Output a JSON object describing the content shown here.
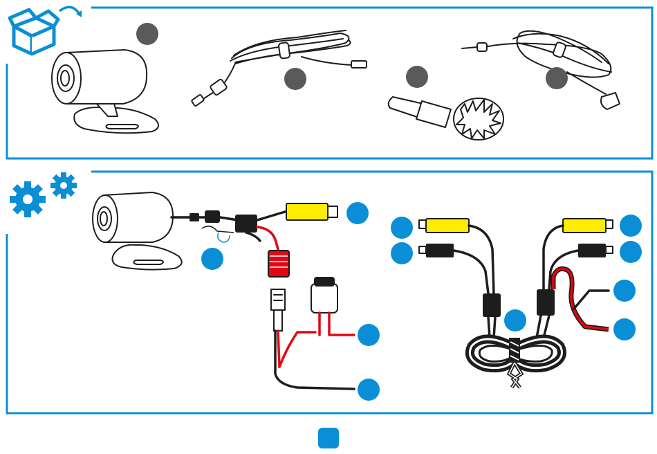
{
  "colors": {
    "accent": "#0a8fd6",
    "dark_badge": "#5a5a5a",
    "cable_red": "#e30613",
    "cable_yellow": "#ffed00",
    "line": "#1d1d1b"
  },
  "icons": {
    "package": "open-box-icon",
    "setup": "gears-icon"
  },
  "package_contents": {
    "items": [
      {
        "name": "camera",
        "badge": "dark"
      },
      {
        "name": "extension-cable",
        "badge": "dark"
      },
      {
        "name": "hole-saw-drill-bit",
        "badge": "dark"
      },
      {
        "name": "power-cable-with-grommet",
        "badge": "dark"
      }
    ]
  },
  "installation": {
    "left_assembly_badges": 4,
    "right_assembly_badges": 7
  },
  "footer": {
    "page_marker": "blue-square"
  }
}
